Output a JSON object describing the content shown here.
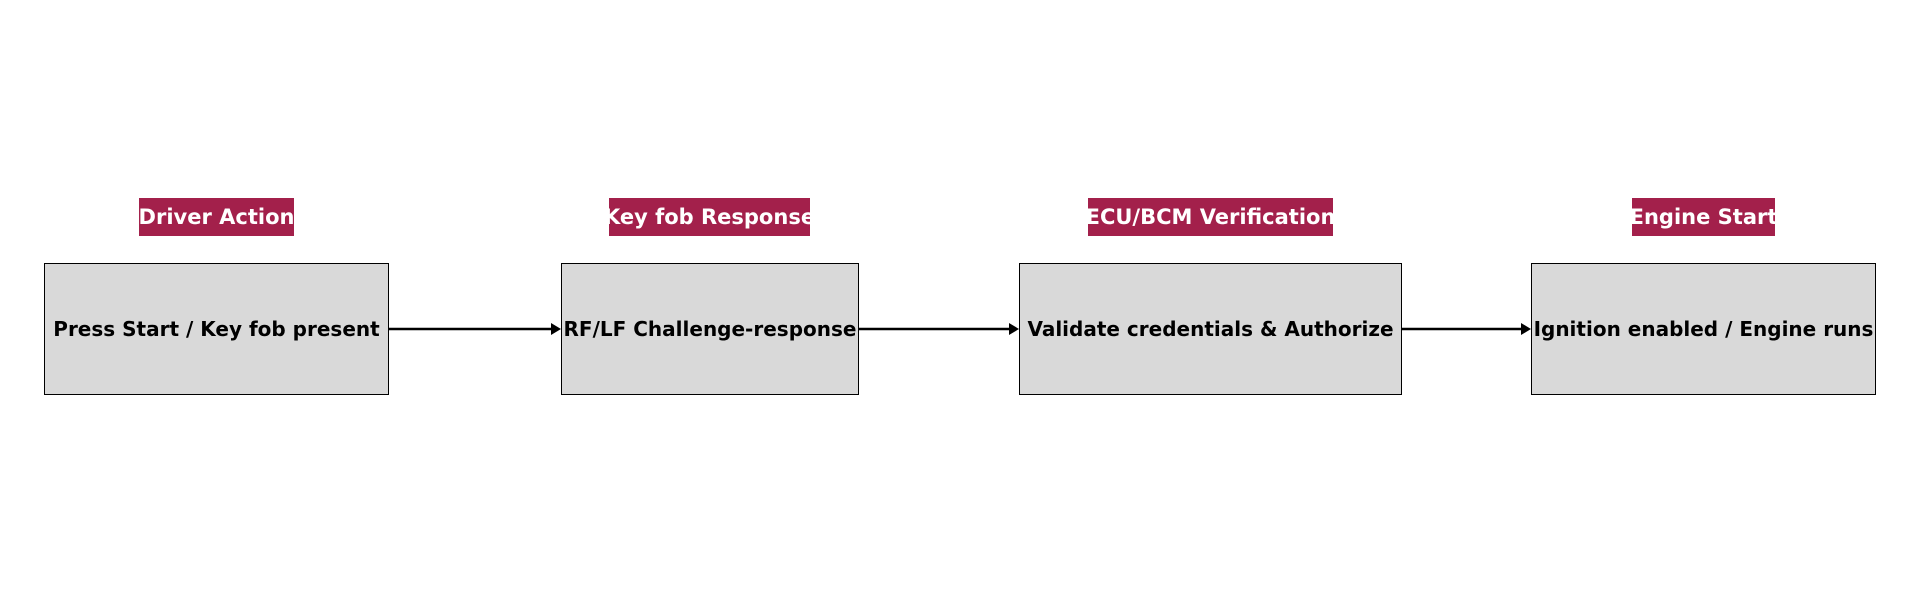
{
  "colors": {
    "label_background": "#a3204b",
    "label_text": "#ffffff",
    "box_fill": "#d9d9d9",
    "box_border": "#000000",
    "arrow": "#000000"
  },
  "stages": [
    {
      "label": "Driver Action",
      "step": "Press Start / Key fob present"
    },
    {
      "label": "Key fob Response",
      "step": "RF/LF Challenge-response"
    },
    {
      "label": "ECU/BCM Verification",
      "step": "Validate credentials & Authorize"
    },
    {
      "label": "Engine Start",
      "step": "Ignition enabled / Engine runs"
    }
  ]
}
